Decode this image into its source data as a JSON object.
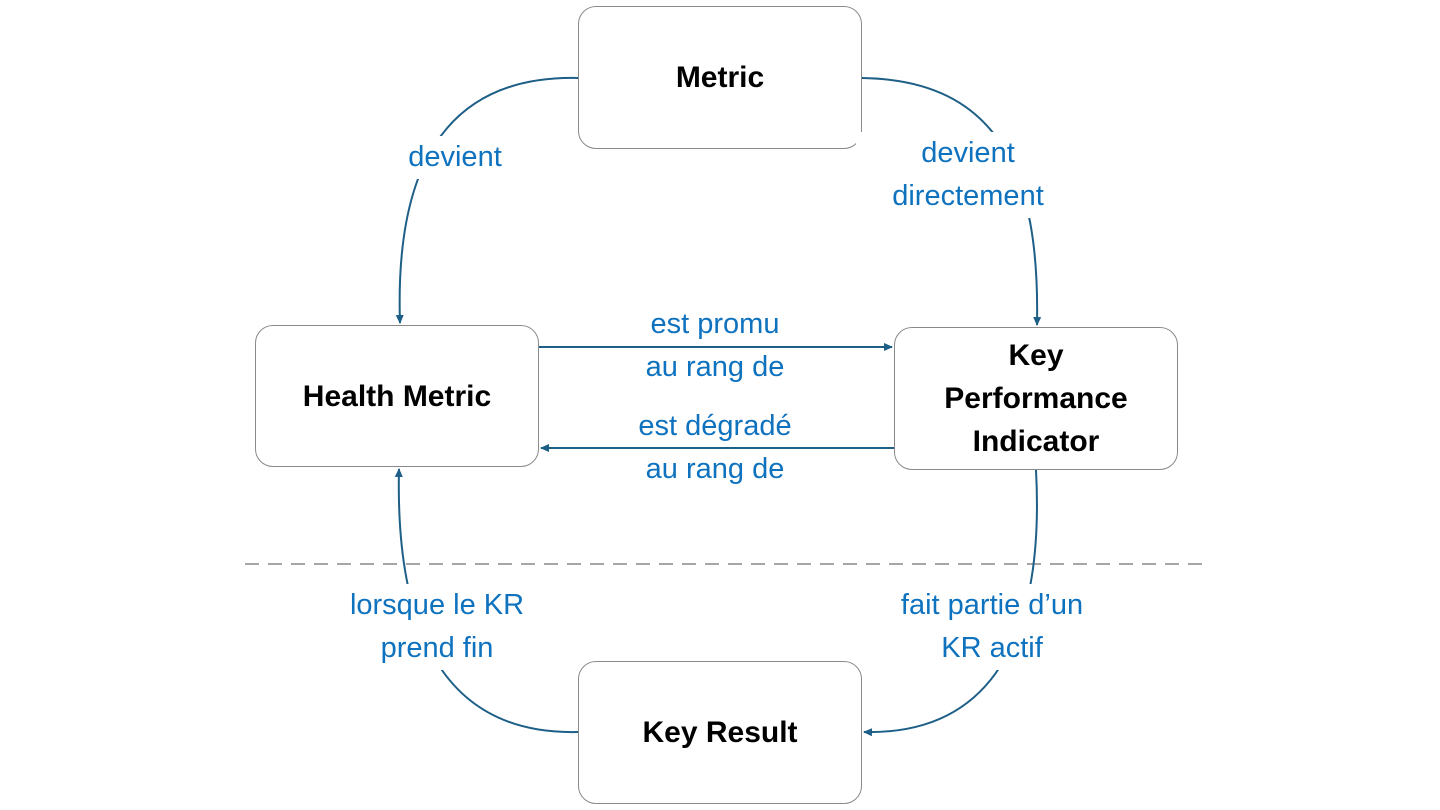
{
  "nodes": {
    "metric": "Metric",
    "health_metric": "Health Metric",
    "kpi": "Key\nPerformance\nIndicator",
    "key_result": "Key Result"
  },
  "edges": {
    "metric_to_health": "devient",
    "metric_to_kpi": "devient\ndirectement",
    "health_to_kpi": "est promu\nau rang de",
    "kpi_to_health": "est dégradé\nau rang de",
    "kpi_to_kr": "fait partie d’un\nKR actif",
    "kr_to_health": "lorsque le KR\nprend fin"
  },
  "colors": {
    "arrow": "#1d5f87",
    "label": "#0e72be",
    "box_border": "#8a8a8a",
    "divider": "#a6a6a6"
  }
}
